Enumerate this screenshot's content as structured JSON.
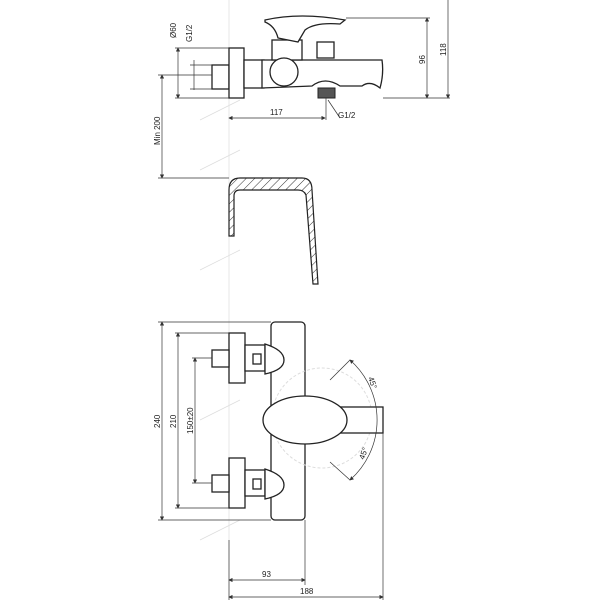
{
  "side_view": {
    "dim_flange_diameter": "Ø60",
    "dim_inlet_thread": "G1/2",
    "dim_wall_to_outlet": "117",
    "dim_outlet_thread": "G1/2",
    "dim_height_body": "96",
    "dim_height_total": "118",
    "dim_min_height_above_tub": "Min 200"
  },
  "front_view": {
    "dim_total_height": "240",
    "dim_inlet_outer": "210",
    "dim_inlet_spacing": "150±20",
    "dim_body_depth": "93",
    "dim_total_depth": "188",
    "angle_up": "45°",
    "angle_down": "45°"
  }
}
